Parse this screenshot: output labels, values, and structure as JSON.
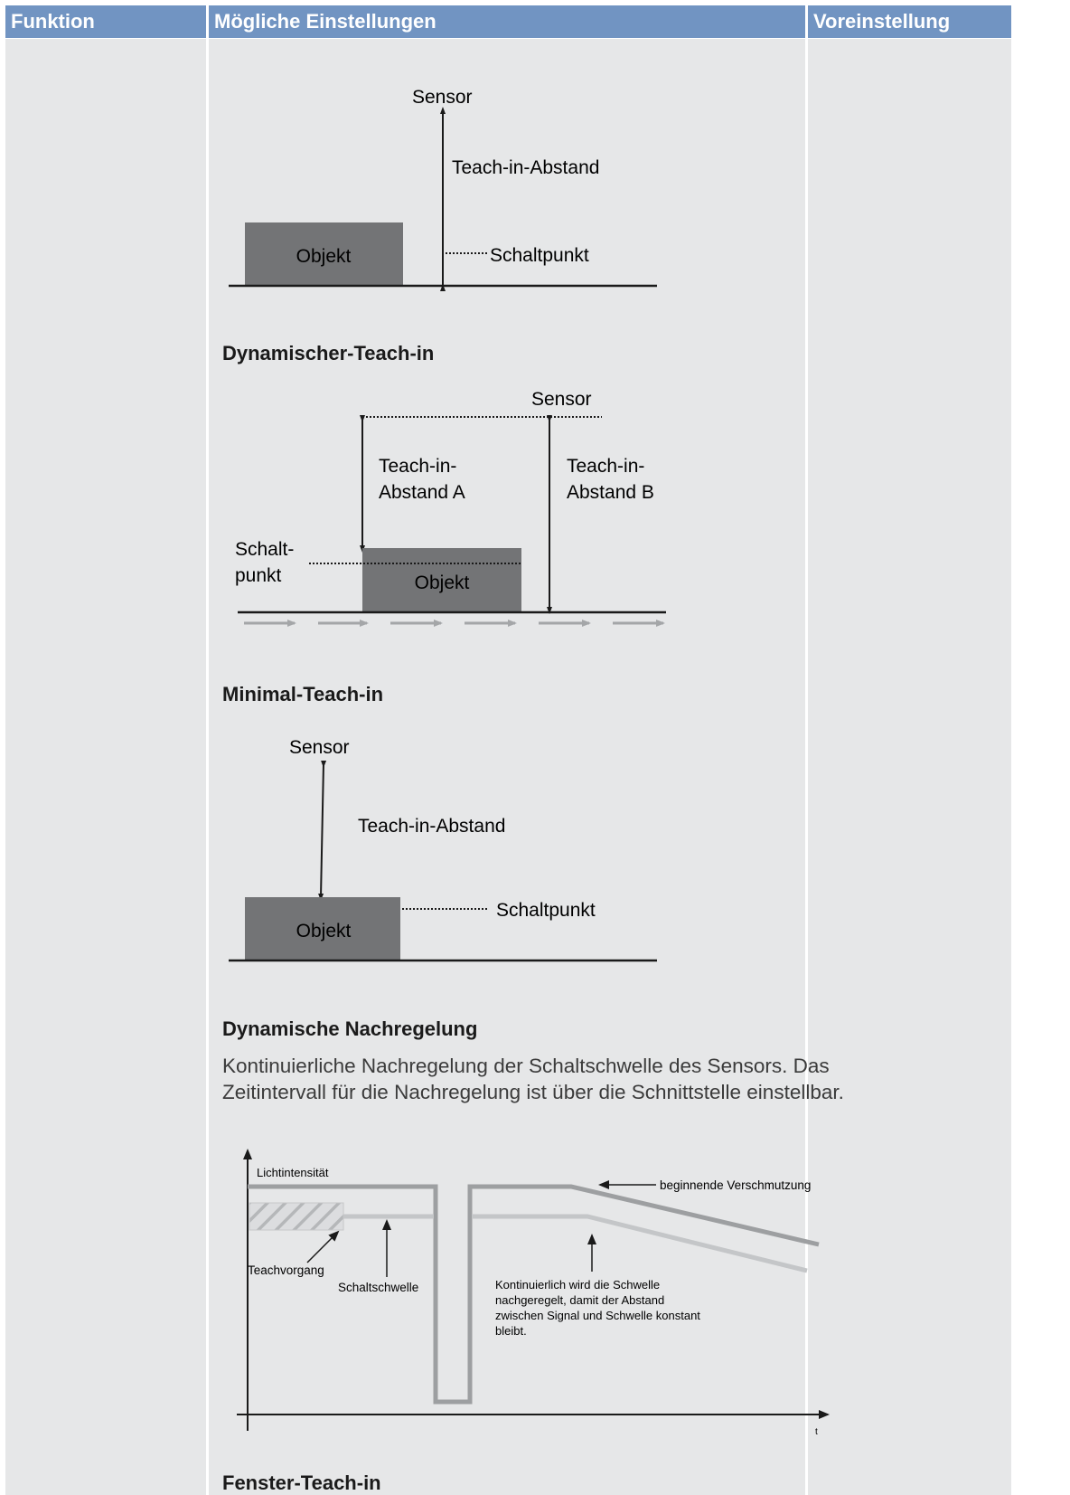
{
  "header": {
    "col_function": "Funktion",
    "col_settings": "Mögliche Einstellungen",
    "col_default": "Voreinstellung"
  },
  "diagram1": {
    "sensor": "Sensor",
    "distance": "Teach-in-Abstand",
    "object": "Objekt",
    "switch_point": "Schaltpunkt"
  },
  "section_dynamic": {
    "title": "Dynamischer-Teach-in",
    "sensor": "Sensor",
    "distance_a_line1": "Teach-in-",
    "distance_a_line2": "Abstand A",
    "distance_b_line1": "Teach-in-",
    "distance_b_line2": "Abstand B",
    "switch_line1": "Schalt-",
    "switch_line2": "punkt",
    "object": "Objekt"
  },
  "section_minimal": {
    "title": "Minimal-Teach-in",
    "sensor": "Sensor",
    "distance": "Teach-in-Abstand",
    "object": "Objekt",
    "switch_point": "Schaltpunkt"
  },
  "section_readjust": {
    "title": "Dynamische Nachregelung",
    "paragraph": "Kontinuierliche Nachregelung der Schaltschwelle des Sensors. Das Zeitintervall für die Nachregelung ist über die Schnittstelle einstellbar.",
    "y_label": "Lichtintensität",
    "x_label": "t",
    "teach_label": "Teachvorgang",
    "threshold_label": "Schaltschwelle",
    "soiling_label": "beginnende Verschmutzung",
    "note_line1": "Kontinuierlich wird die Schwelle",
    "note_line2": "nachgeregelt, damit der Abstand",
    "note_line3": "zwischen Signal und Schwelle konstant",
    "note_line4": "bleibt."
  },
  "section_window": {
    "title": "Fenster-Teach-in"
  },
  "colors": {
    "header_bg": "#7194c2",
    "cell_bg": "#e6e7e8",
    "object_fill": "#737476",
    "signal_line": "#9d9fa1",
    "threshold_line": "#c4c6c8"
  }
}
